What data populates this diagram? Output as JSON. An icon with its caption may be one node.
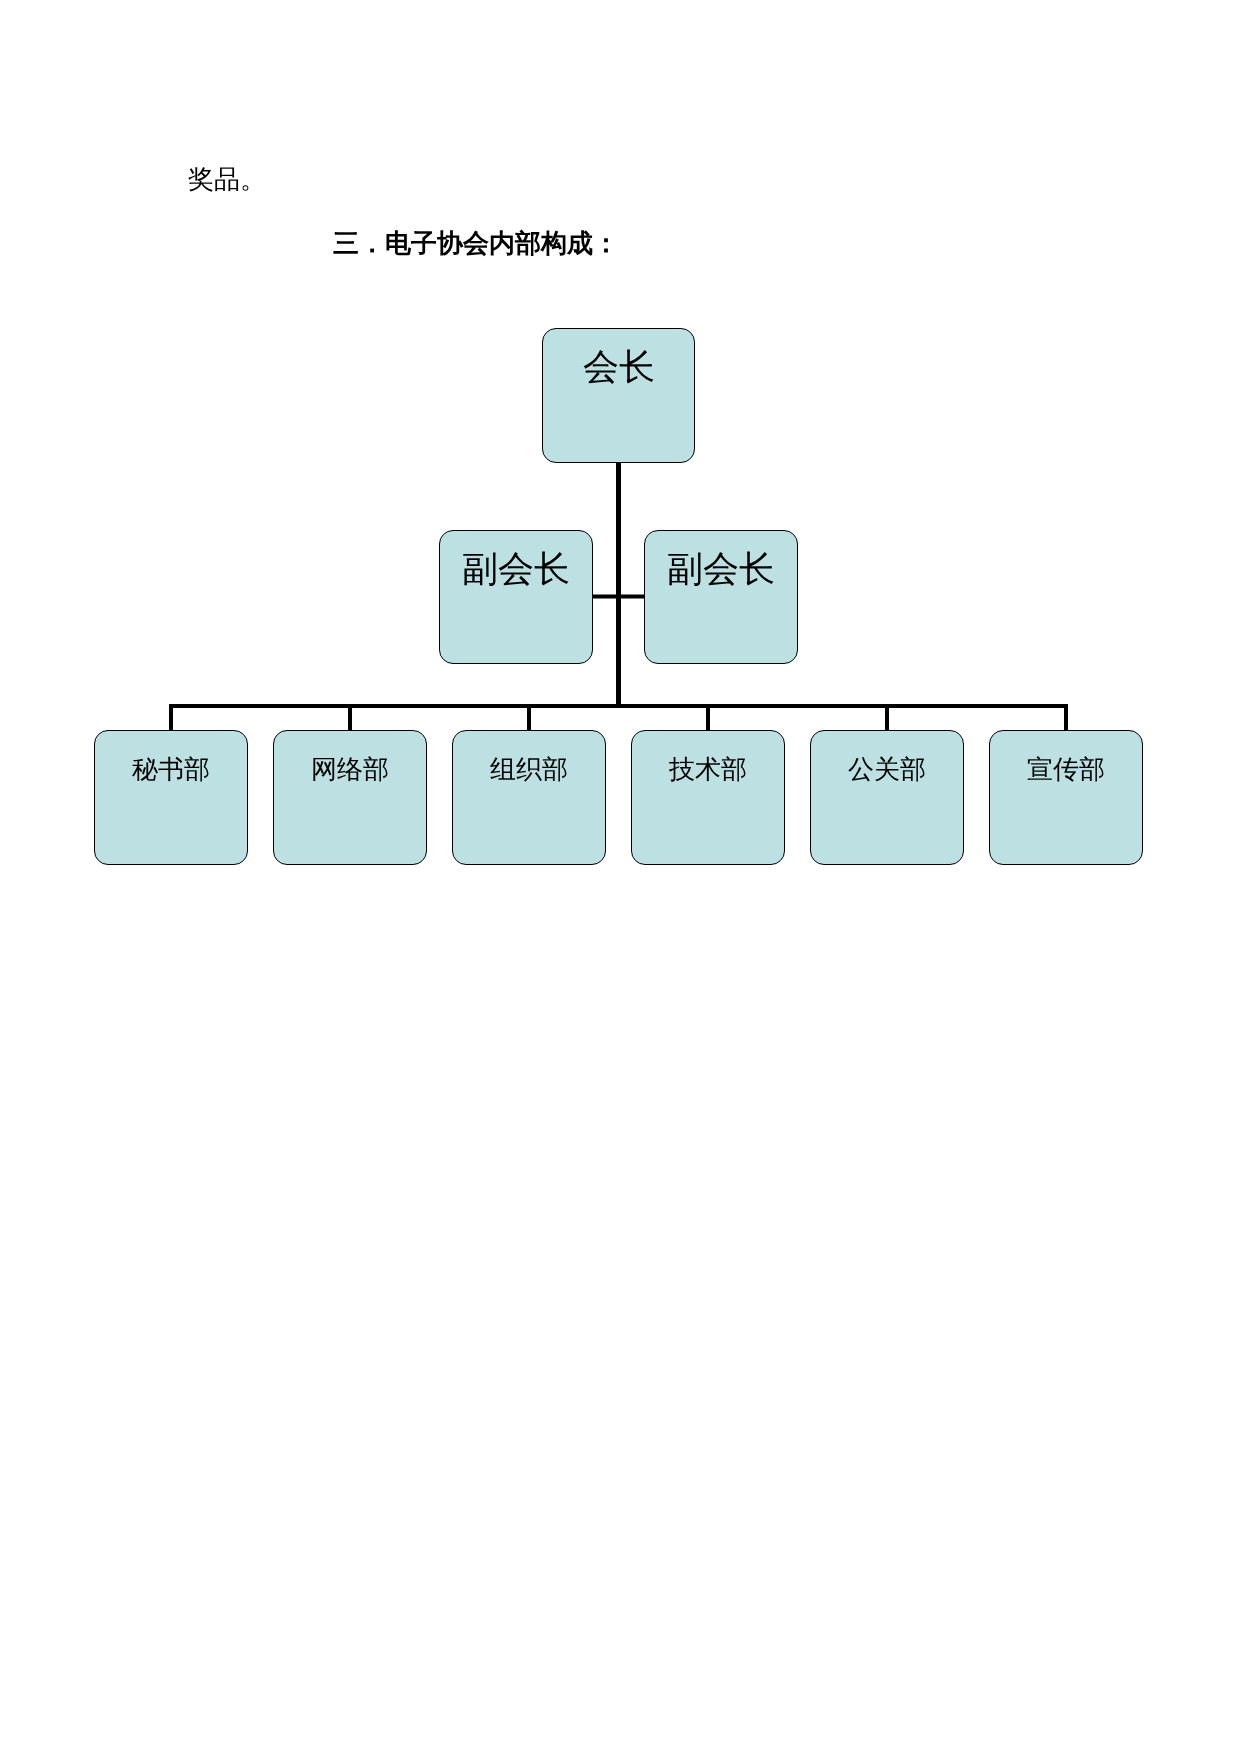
{
  "diagram": {
    "title": "三．电子协会内部构成：",
    "nodes": [
      {
        "text": [
          "会长"
        ]
      },
      {
        "text": [
          "副会长"
        ]
      },
      {
        "text": [
          "副会长"
        ]
      },
      {
        "text": [
          "秘书部"
        ]
      },
      {
        "text": [
          "网络部"
        ]
      },
      {
        "text": [
          "组织部"
        ]
      },
      {
        "text": [
          "技术部"
        ]
      },
      {
        "text": [
          "公关部"
        ]
      },
      {
        "text": [
          "宣传部"
        ]
      }
    ],
    "edges": [
      {
        "from": 0,
        "to": 1,
        "arrow": "none"
      },
      {
        "from": 0,
        "to": 2,
        "arrow": "none"
      },
      {
        "from": 0,
        "to": 3,
        "arrow": "none"
      },
      {
        "from": 0,
        "to": 4,
        "arrow": "none"
      },
      {
        "from": 0,
        "to": 5,
        "arrow": "none"
      },
      {
        "from": 0,
        "to": 6,
        "arrow": "none"
      },
      {
        "from": 0,
        "to": 7,
        "arrow": "none"
      },
      {
        "from": 0,
        "to": 8,
        "arrow": "none"
      }
    ],
    "labels": [
      "奖品。"
    ]
  }
}
